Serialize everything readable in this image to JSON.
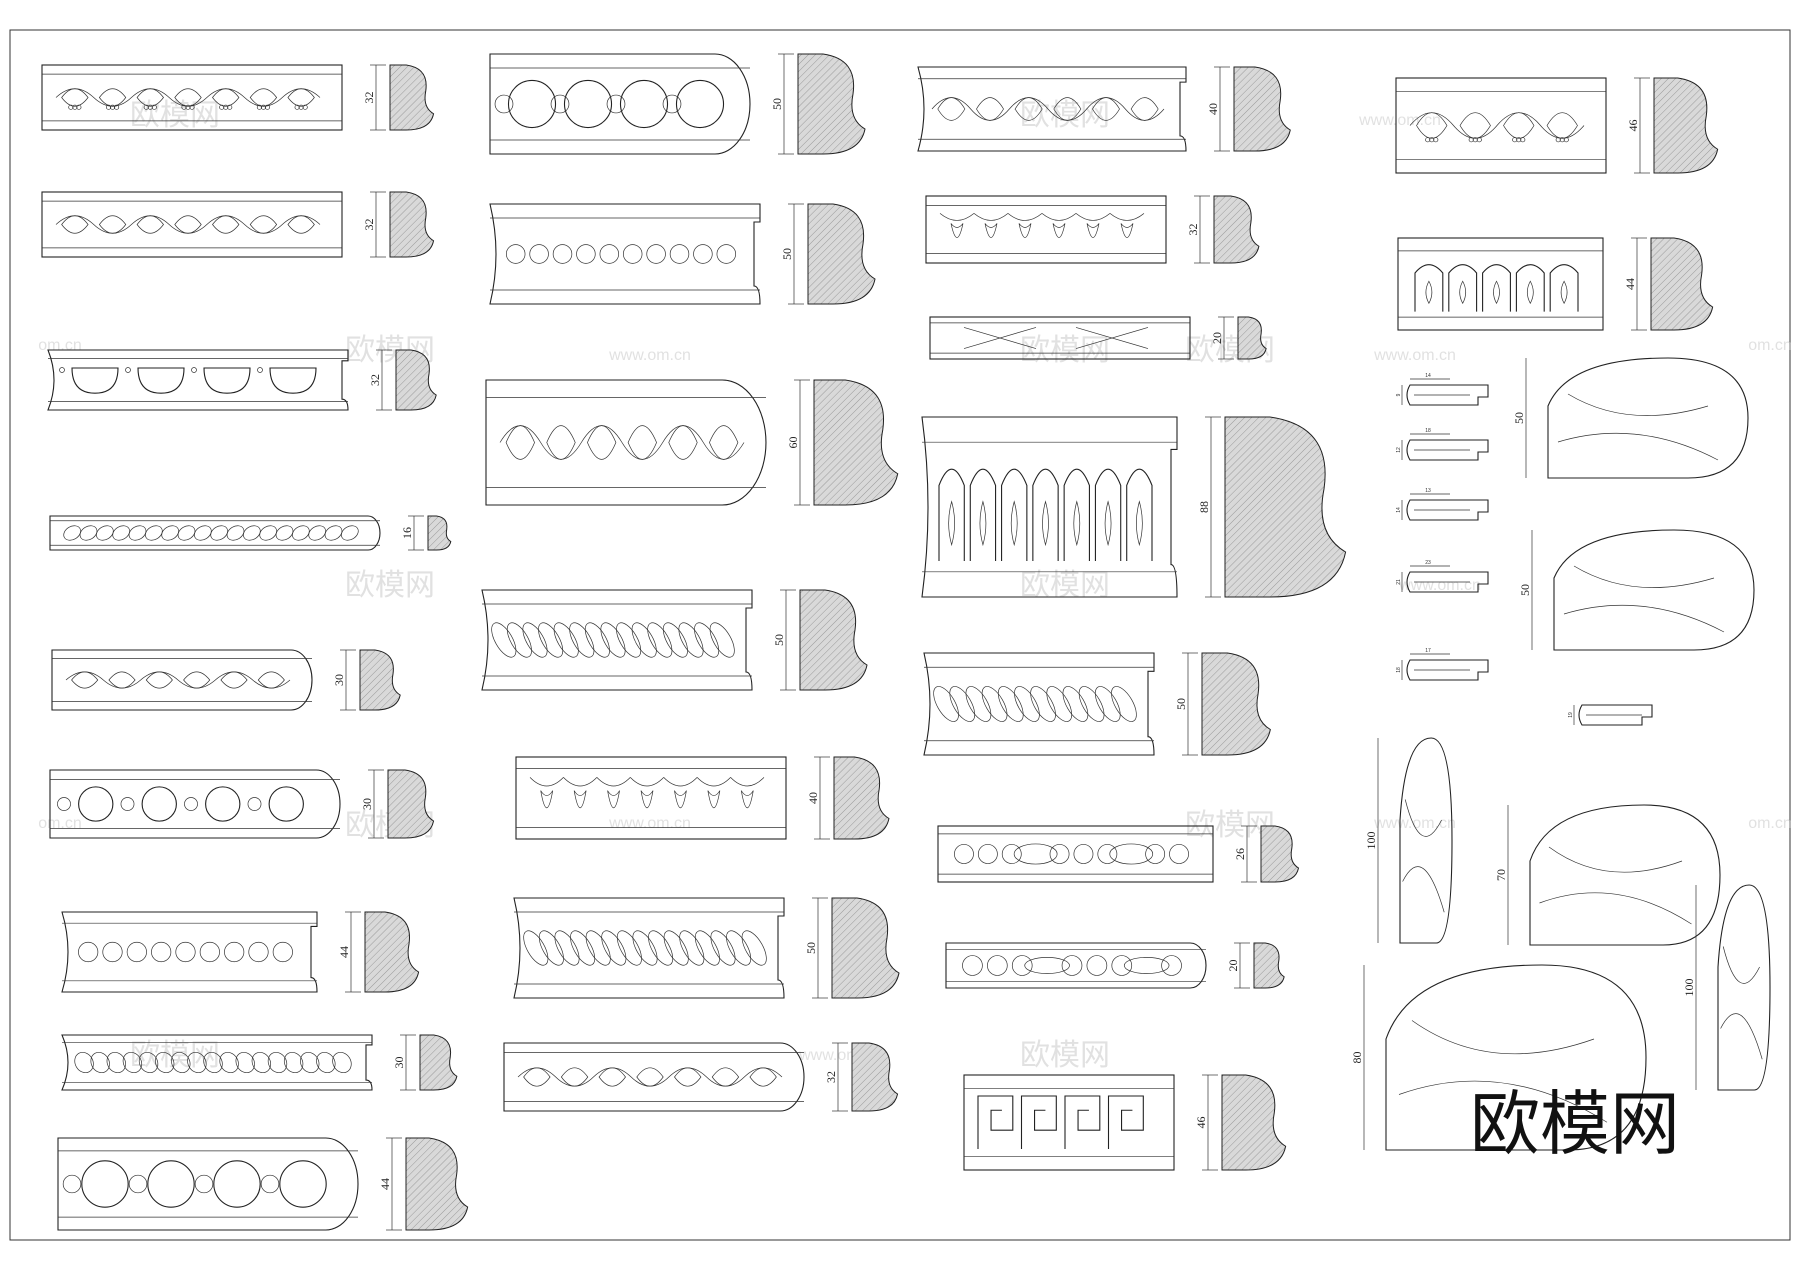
{
  "colors": {
    "line": "#222222",
    "background": "#ffffff",
    "watermark": "#bdbdbd"
  },
  "brand": {
    "text": "欧模网"
  },
  "watermark": {
    "text": "欧模网",
    "url": "www.om.cn",
    "url_short": "om.cn"
  },
  "profiles": [
    {
      "id": "p1",
      "ornament": "grape-vine",
      "height_label": "32"
    },
    {
      "id": "p2",
      "ornament": "acanthus-scroll",
      "height_label": "32"
    },
    {
      "id": "p3",
      "ornament": "egg-and-dart",
      "height_label": "32"
    },
    {
      "id": "p4",
      "ornament": "rope",
      "height_label": "16"
    },
    {
      "id": "p5",
      "ornament": "laurel-leaf",
      "height_label": "30"
    },
    {
      "id": "p6",
      "ornament": "rosette-circles",
      "height_label": "30"
    },
    {
      "id": "p7",
      "ornament": "bead-and-reel",
      "height_label": "44"
    },
    {
      "id": "p8",
      "ornament": "rope",
      "height_label": "30"
    },
    {
      "id": "p9",
      "ornament": "rosette-circles",
      "height_label": "44"
    },
    {
      "id": "p10",
      "ornament": "circles-and-rope",
      "height_label": "50"
    },
    {
      "id": "p11",
      "ornament": "pearl-circles",
      "height_label": "50"
    },
    {
      "id": "p12",
      "ornament": "leaf-garland",
      "height_label": "60"
    },
    {
      "id": "p13",
      "ornament": "rope",
      "height_label": "50"
    },
    {
      "id": "p14",
      "ornament": "tulip-drops",
      "height_label": "40"
    },
    {
      "id": "p15",
      "ornament": "rope",
      "height_label": "50"
    },
    {
      "id": "p16",
      "ornament": "leaf-garland",
      "height_label": "32"
    },
    {
      "id": "p17",
      "ornament": "leaf-garland",
      "height_label": "40"
    },
    {
      "id": "p18",
      "ornament": "tulip-drops",
      "height_label": "32"
    },
    {
      "id": "p19",
      "ornament": "cross-band",
      "height_label": "20"
    },
    {
      "id": "p20",
      "ornament": "arched-leaf-panel",
      "height_label": "88"
    },
    {
      "id": "p21",
      "ornament": "rope",
      "height_label": "50"
    },
    {
      "id": "p22",
      "ornament": "bead-and-oval",
      "height_label": "26"
    },
    {
      "id": "p23",
      "ornament": "bead-and-oval",
      "height_label": "20"
    },
    {
      "id": "p24",
      "ornament": "greek-key",
      "height_label": "46"
    },
    {
      "id": "p25",
      "ornament": "grape-vine",
      "height_label": "46"
    },
    {
      "id": "p26",
      "ornament": "arched-leaf-panel",
      "height_label": "44"
    }
  ],
  "wood_profiles": [
    {
      "id": "w1",
      "height_label": "50"
    },
    {
      "id": "w2",
      "height_label": "50"
    },
    {
      "id": "w3",
      "height_label": "100"
    },
    {
      "id": "w4",
      "height_label": "70"
    },
    {
      "id": "w5",
      "height_label": "80"
    },
    {
      "id": "w6",
      "height_label": "100"
    }
  ],
  "small_profiles": [
    {
      "id": "s1",
      "w": "14",
      "h": "9"
    },
    {
      "id": "s2",
      "w": "18",
      "h": "12"
    },
    {
      "id": "s3",
      "w": "13",
      "h": "14"
    },
    {
      "id": "s4",
      "w": "23",
      "h": "21"
    },
    {
      "id": "s5",
      "w": "17",
      "h": "18"
    },
    {
      "id": "s6",
      "h": "19"
    }
  ]
}
